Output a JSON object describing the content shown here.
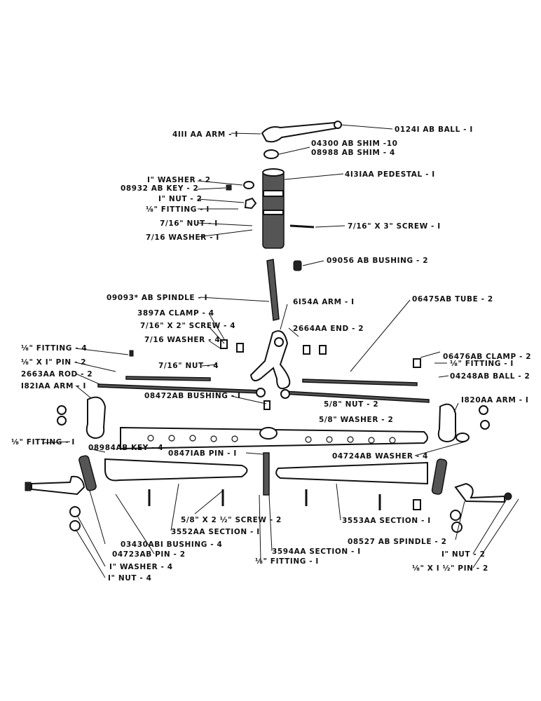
{
  "parts": [
    "0124I AB  BALL - I",
    "4III AA  ARM - I",
    "04300 AB  SHIM -10",
    "08988 AB  SHIM - 4",
    "4I3IAA  PEDESTAL - I",
    "I\" WASHER - 2",
    "08932 AB  KEY - 2",
    "I\" NUT - 2",
    "⅛\" FITTING - I",
    "7/16\" NUT - I",
    "7/16\" X 3\" SCREW - I",
    "7/16 WASHER - I",
    "09056 AB  BUSHING - 2",
    "09093* AB  SPINDLE - I",
    "6I54A  ARM - I",
    "06475AB  TUBE - 2",
    "3897A  CLAMP - 4",
    "7/16\" X 2\" SCREW - 4",
    "7/16 WASHER - 4",
    "2664AA  END - 2",
    "⅛\" FITTING - 4",
    "06476AB  CLAMP - 2",
    "⅛\" X I\" PIN - 2",
    "7/16\" NUT - 4",
    "⅛\" FITTING - I",
    "2663AA  ROD - 2",
    "04248AB  BALL - 2",
    "I82IAA  ARM - I",
    "08472AB  BUSHING - I",
    "5/8\" NUT - 2",
    "I820AA  ARM - I",
    "5/8\" WASHER - 2",
    "⅛\" FITTING - I",
    "08984AB  KEY - 4",
    "0847IAB  PIN - I",
    "04724AB  WASHER - 4",
    "5/8\" X 2 ½\" SCREW - 2",
    "3552AA  SECTION - I",
    "3553AA  SECTION - I",
    "03430ABI  BUSHING - 4",
    "3594AA  SECTION - I",
    "08527 AB     SPINDLE - 2",
    "04723AB  PIN - 2",
    "I\" WASHER - 4",
    "I\" NUT - 4",
    "⅛\" FITTING - I",
    "I\" NUT - 2",
    "⅛\" X I ½\" PIN - 2"
  ]
}
